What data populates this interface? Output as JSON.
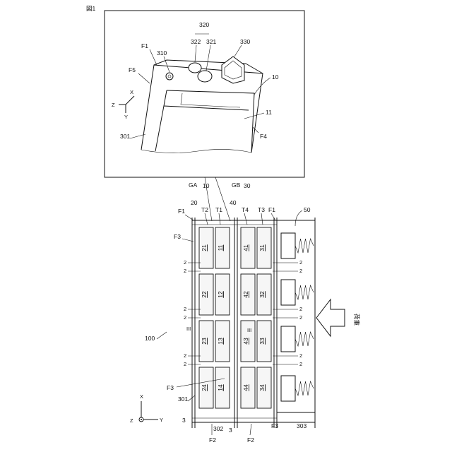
{
  "figure_title": "図1",
  "inset": {
    "labels": {
      "F1": "F1",
      "F5": "F5",
      "l310": "310",
      "l320": "320",
      "l322": "322",
      "l321": "321",
      "l330": "330",
      "l10": "10",
      "l11": "11",
      "F4": "F4",
      "l301": "301"
    },
    "axes": {
      "x": "X",
      "y": "Y",
      "z": "Z"
    }
  },
  "main": {
    "top_labels": [
      "GA",
      "10",
      "20",
      "T2",
      "T1",
      "GB",
      "40",
      "30",
      "T4",
      "T3",
      "F1"
    ],
    "ga": "GA",
    "gb": "GB",
    "t1": "T1",
    "t2": "T2",
    "t3": "T3",
    "t4": "T4",
    "f1_left": "F1",
    "f1_right": "F1",
    "f3_top": "F3",
    "f3_bottom": "F3",
    "f3_bottom_right": "F3",
    "f2_left": "F2",
    "f2_right": "F2",
    "l100": "100",
    "l50": "50",
    "l301": "301",
    "l302": "302",
    "l303": "303",
    "l3a": "3",
    "l3b": "3",
    "spacer": "2",
    "section": "III",
    "load": "荷重",
    "axes": {
      "x": "X",
      "y": "Y",
      "z": "Z"
    },
    "cells_col1": [
      "21",
      "22",
      "23",
      "24"
    ],
    "cells_col2": [
      "11",
      "12",
      "13",
      "14"
    ],
    "cells_col3": [
      "41",
      "42",
      "43",
      "44"
    ],
    "cells_col4": [
      "31",
      "32",
      "33",
      "34"
    ]
  }
}
